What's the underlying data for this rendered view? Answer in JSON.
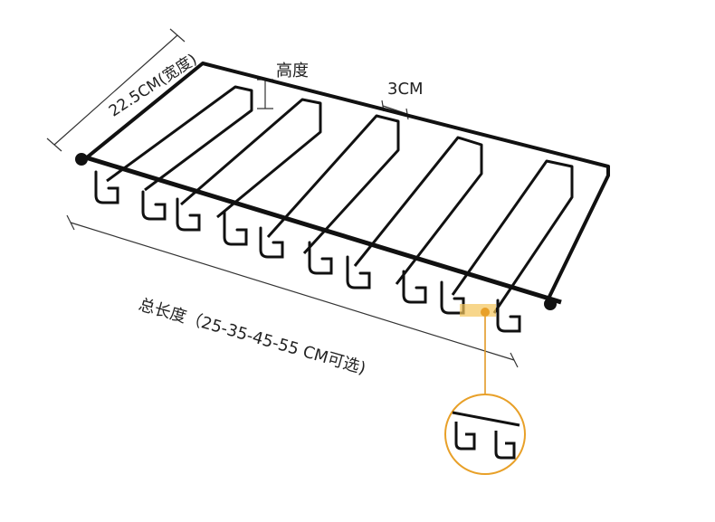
{
  "labels": {
    "width": "22.5CM(宽度)",
    "height": "高度",
    "spacing": "3CM",
    "length": "总长度（25-35-45-55 CM可选)"
  },
  "colors": {
    "rack": "#111111",
    "dimension_line": "#333333",
    "highlight": "#f4c45a",
    "callout_border": "#e8a028",
    "callout_line": "#e39a26"
  }
}
